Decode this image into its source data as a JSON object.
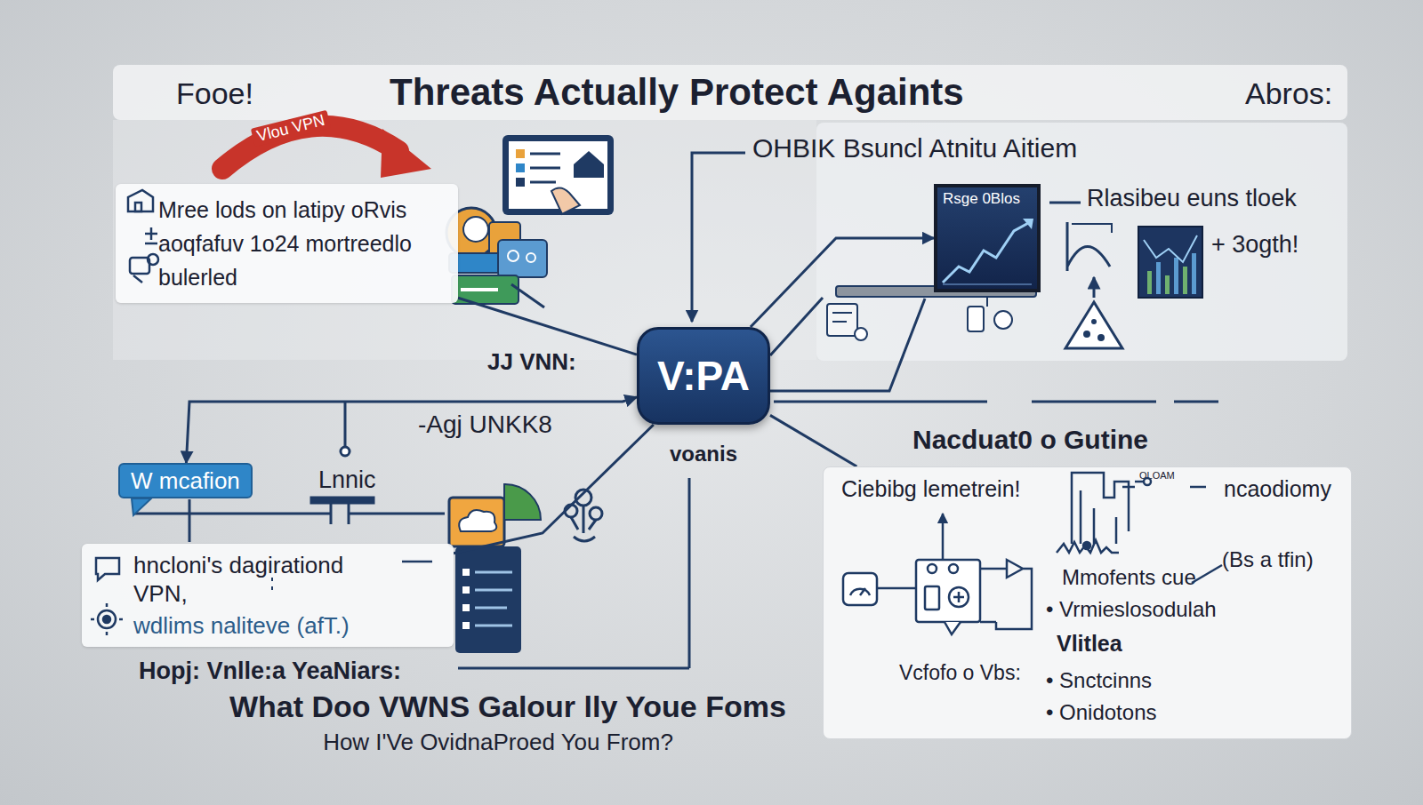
{
  "diagram": {
    "title": "Threats Actually Protect Againts",
    "nodes": [
      {
        "text": [
          "Mree lods on latipy oRvis aoqfafuv 1o24 mortreedlo bulerled"
        ]
      },
      {
        "text": [
          "V:PA",
          "voanis"
        ]
      },
      {
        "text": [
          "Rsge 0Blos"
        ]
      },
      {
        "text": [
          "W mcafion"
        ]
      },
      {
        "text": [
          "hncloni's dagirationd VPN,",
          "wdlims naliteve (afT.)"
        ]
      },
      {
        "text": [
          "Nacduat0 o Gutine",
          "Ciebibg lemetrein!",
          "OLOAM",
          "ncaodiomy",
          "(Bs a tfin)",
          "Mmofents cue",
          "• Vrmieslosodulah",
          "Vcfofo o Vbs:",
          "Vlitlea",
          "• Snctcinns",
          "• Onidotons"
        ]
      }
    ],
    "edges": [
      {
        "from": 1,
        "to": 0,
        "arrow": "none"
      },
      {
        "from": 1,
        "to": 2,
        "arrow": "to"
      },
      {
        "from": 3,
        "to": 1,
        "arrow": "both"
      },
      {
        "from": 1,
        "to": 4,
        "arrow": "none"
      },
      {
        "from": 1,
        "to": 5,
        "arrow": "none"
      }
    ],
    "labels": [
      "Fooe!",
      "Abros:",
      "Vlou VPN",
      "OHBIK Bsuncl Atnitu Aitiem",
      "Rlasibeu euns tloek",
      "+ 3ogth!",
      "JJ VNN:",
      "-Agj UNKK8",
      "Lnnic",
      "Hopj: Vnlle:a YeaNiars:",
      "What Doo VWNS Galour lly Youe Foms",
      "How I'Ve OvidnaProed You From?"
    ]
  }
}
